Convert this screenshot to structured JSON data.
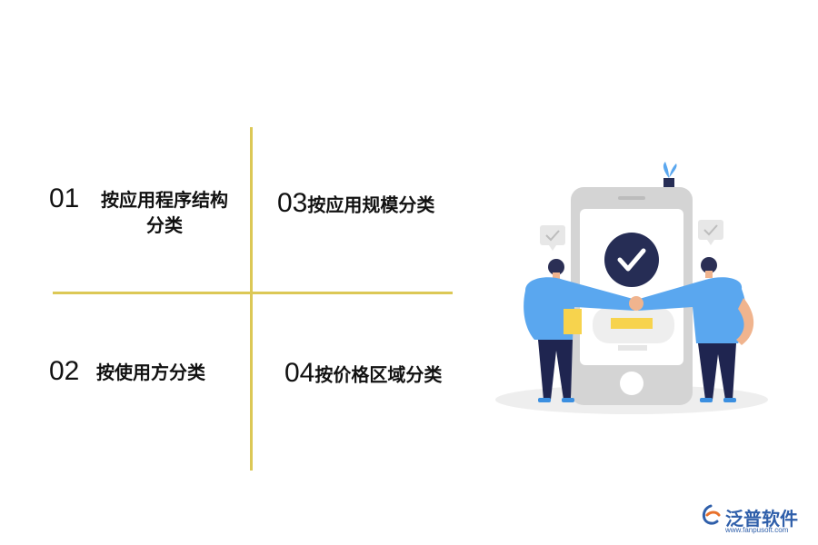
{
  "items": [
    {
      "num": "01",
      "label": "按应用程序结构分类"
    },
    {
      "num": "02",
      "label": "按使用方分类"
    },
    {
      "num": "03",
      "label": "按应用规模分类"
    },
    {
      "num": "04",
      "label": "按价格区域分类"
    }
  ],
  "brand": {
    "name": "泛普软件",
    "url": "www.fanpusoft.com"
  },
  "colors": {
    "divider": "#dcc856",
    "phone_frame": "#d4d4d4",
    "check_circle": "#262d55",
    "shirt_blue": "#5aa7ef",
    "pants_navy": "#1f2550",
    "card_yellow": "#f7d34d",
    "brand_blue": "#2f5faa"
  },
  "icons": [
    "check-circle-icon",
    "plant-icon",
    "check-bubble-icon",
    "brand-logo-icon"
  ]
}
